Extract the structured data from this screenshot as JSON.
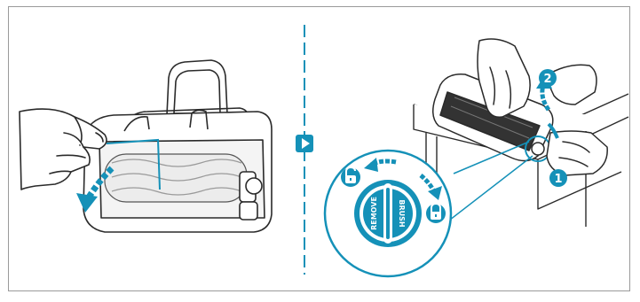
{
  "colors": {
    "accent": "#1591b8",
    "line": "#2a2a2a",
    "frame": "#9a9a9a",
    "background": "#ffffff"
  },
  "arrow_icon": "play-arrow-icon",
  "dial": {
    "remove_label": "REMOVE",
    "brush_label": "BRUSH",
    "unlock_icon": "lock-open-icon",
    "lock_icon": "lock-closed-icon"
  },
  "steps": [
    {
      "number": "1"
    },
    {
      "number": "2"
    }
  ]
}
